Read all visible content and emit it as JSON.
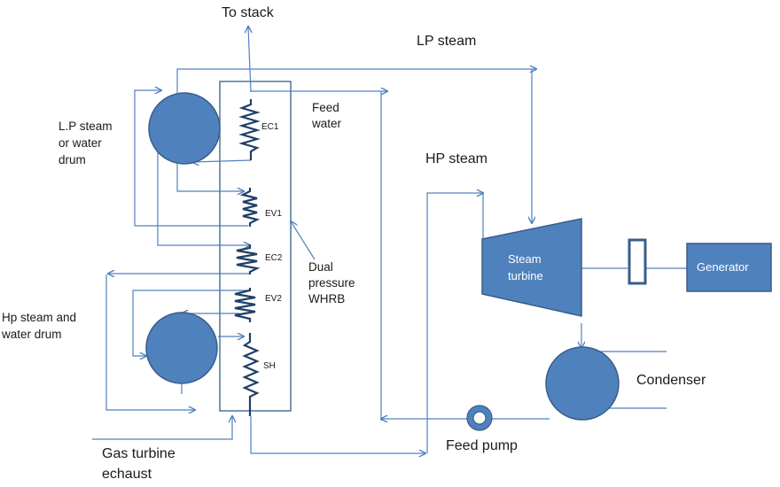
{
  "labels": {
    "to_stack": "To stack",
    "lp_steam": "LP steam",
    "hp_steam": "HP steam",
    "feed_water_1": "Feed",
    "feed_water_2": "water",
    "lp_drum_1": "L.P steam",
    "lp_drum_2": "or water",
    "lp_drum_3": "drum",
    "hp_drum_1": "Hp steam and",
    "hp_drum_2": "water drum",
    "whrb_1": "Dual",
    "whrb_2": "pressure",
    "whrb_3": "WHRB",
    "gas_turbine_1": "Gas turbine",
    "gas_turbine_2": "echaust",
    "feed_pump": "Feed pump",
    "condenser": "Condenser",
    "steam_turbine_1": "Steam",
    "steam_turbine_2": "turbine",
    "generator": "Generator"
  },
  "coils": {
    "ec1": "EC1",
    "ev1": "EV1",
    "ec2": "EC2",
    "ev2": "EV2",
    "sh": "SH"
  },
  "colors": {
    "equipment_fill": "#4f81bd",
    "equipment_stroke": "#385d8a",
    "line": "#4f81bd",
    "coil": "#1f3f66",
    "box": "#385d8a"
  }
}
